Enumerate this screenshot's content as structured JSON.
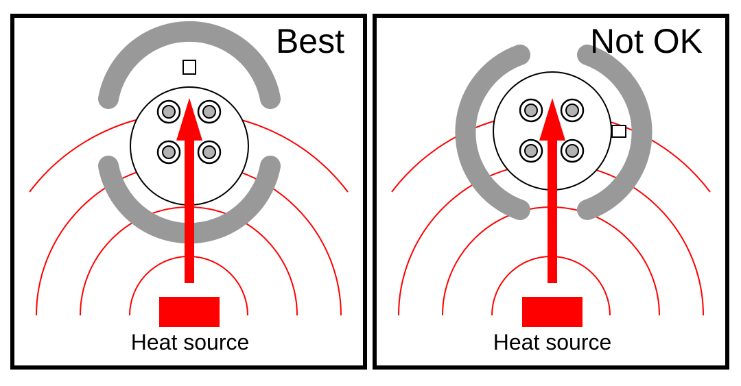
{
  "colors": {
    "frame": "#000000",
    "heat": "#ff0000",
    "ring": "#999999",
    "pin_fill": "#b3b3b3",
    "background": "#ffffff"
  },
  "panels": [
    {
      "title": "Best",
      "caption": "Heat source",
      "rating": "best"
    },
    {
      "title": "Not OK",
      "caption": "Heat source",
      "rating": "not-ok"
    }
  ]
}
